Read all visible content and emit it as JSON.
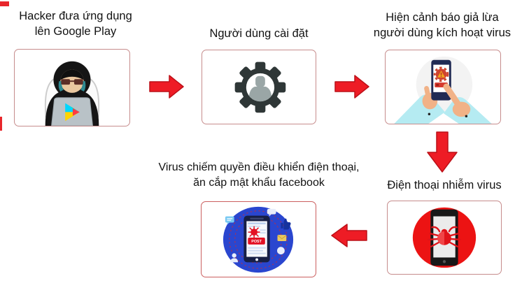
{
  "page": {
    "background": "#ffffff",
    "text_color": "#121212"
  },
  "flow": {
    "arrow_color": "#ee1c25",
    "box_border_color": "#c68c8c",
    "blue_circle_color": "#2a46cf",
    "red_circle_color": "#ec1313",
    "gear_color": "#2f3737",
    "steps": [
      {
        "name": "hacker-upload",
        "icon": "hacker-at-laptop-google-play-icon",
        "label_lines": [
          "Hacker đưa ứng dụng",
          "lên Google Play"
        ]
      },
      {
        "name": "user-install",
        "icon": "gear-user-icon",
        "label_lines": [
          "Người dùng cài đặt"
        ]
      },
      {
        "name": "fake-warning",
        "icon": "hands-tapping-phone-warning-icon",
        "label_lines": [
          "Hiện cảnh báo giả lừa",
          "người dùng kích hoạt virus"
        ]
      },
      {
        "name": "phone-infected",
        "icon": "phone-bug-red-circle-icon",
        "label_lines": [
          "Điện thoại nhiễm virus"
        ]
      },
      {
        "name": "virus-takes-control",
        "icon": "phone-virus-social-blue-circle-icon",
        "label_lines": [
          "Virus chiếm quyền điều khiển điện thoại,",
          "ăn cắp mật khẩu facebook"
        ]
      }
    ],
    "arrows": [
      {
        "direction": "right",
        "from": "hacker-upload",
        "to": "user-install"
      },
      {
        "direction": "right",
        "from": "user-install",
        "to": "fake-warning"
      },
      {
        "direction": "down",
        "from": "fake-warning",
        "to": "phone-infected"
      },
      {
        "direction": "left",
        "from": "phone-infected",
        "to": "virus-takes-control"
      }
    ],
    "phone_post_button_label": "POST"
  }
}
